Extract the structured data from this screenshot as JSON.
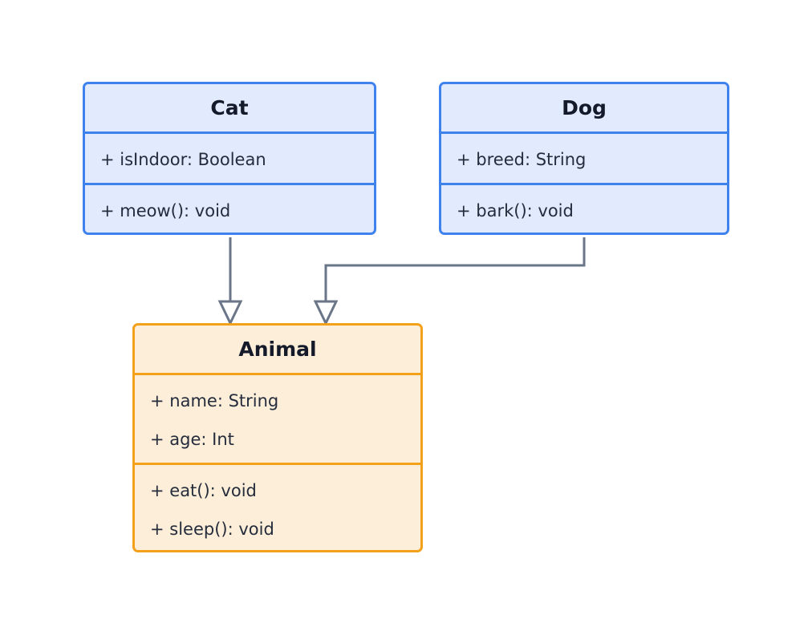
{
  "diagram": {
    "classes": {
      "cat": {
        "name": "Cat",
        "attributes": [
          "+ isIndoor: Boolean"
        ],
        "methods": [
          "+ meow(): void"
        ]
      },
      "dog": {
        "name": "Dog",
        "attributes": [
          "+ breed: String"
        ],
        "methods": [
          "+ bark(): void"
        ]
      },
      "animal": {
        "name": "Animal",
        "attributes": [
          "+ name: String",
          "+ age: Int"
        ],
        "methods": [
          "+ eat(): void",
          "+ sleep(): void"
        ]
      }
    },
    "relations": [
      {
        "type": "inheritance",
        "from": "Cat",
        "to": "Animal"
      },
      {
        "type": "inheritance",
        "from": "Dog",
        "to": "Animal"
      }
    ],
    "colors": {
      "subclass_fill": "#e1ebfd",
      "subclass_border": "#3f82ee",
      "superclass_fill": "#fdeed9",
      "superclass_border": "#f3a01b",
      "connector": "#6a7688"
    }
  }
}
